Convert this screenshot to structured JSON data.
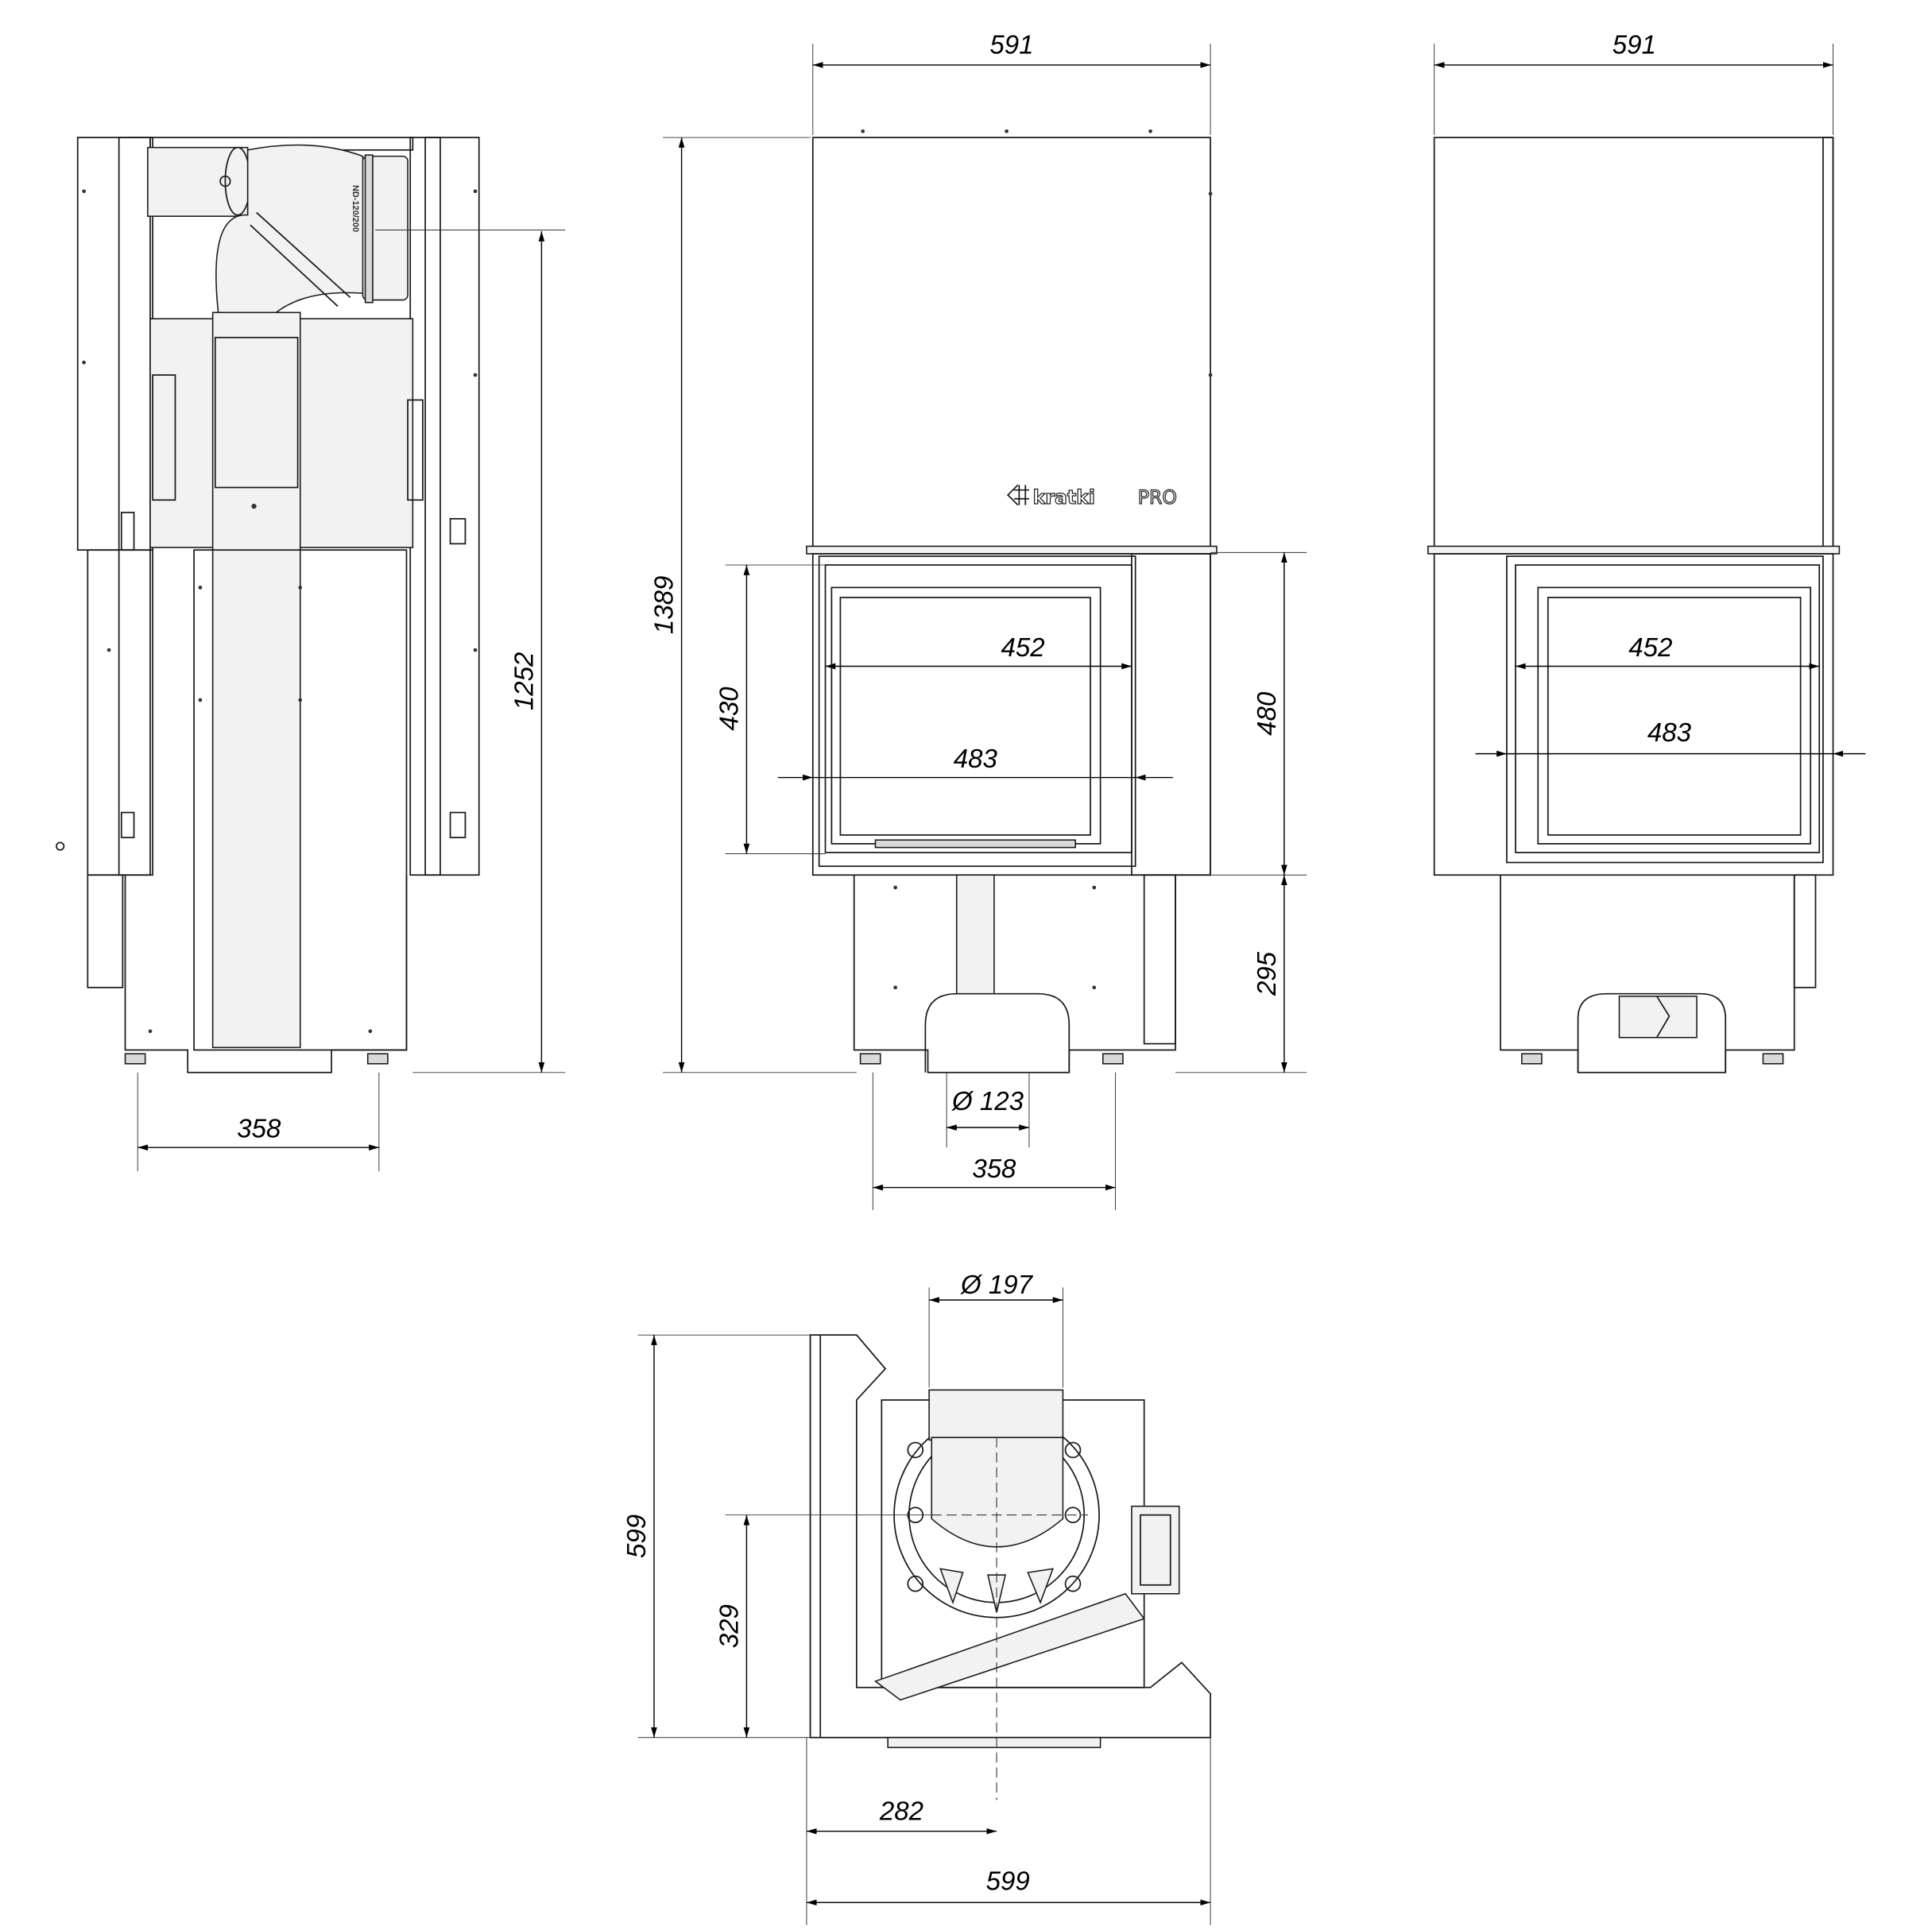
{
  "side_view": {
    "label_height": "1252",
    "label_feet": "358",
    "flue_label": "ND-120/200"
  },
  "front_view": {
    "label_width": "591",
    "label_height": "1389",
    "label_glass_height": "430",
    "label_glass_width": "452",
    "label_door_width": "483",
    "label_door_height": "480",
    "label_base_height": "295",
    "label_air_inlet": "Ø 123",
    "label_feet": "358",
    "logo_brand": "kratki",
    "logo_suffix": "PRO"
  },
  "right_view": {
    "label_width": "591",
    "label_glass_width": "452",
    "label_door_width": "483"
  },
  "top_view": {
    "label_flue": "Ø 197",
    "label_depth": "599",
    "label_flue_offset_y": "329",
    "label_flue_offset_x": "282",
    "label_width": "599"
  }
}
